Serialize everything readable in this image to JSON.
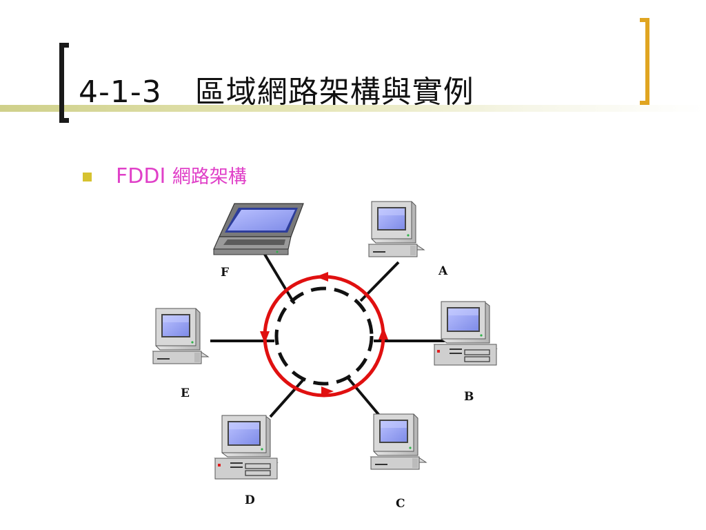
{
  "title": {
    "number": "4-1-3",
    "text": "區域網路架構與實例"
  },
  "bullet": {
    "prefix": "FDDI",
    "text": "網路架構"
  },
  "diagram": {
    "nodes": [
      {
        "id": "F",
        "label": "F",
        "device": "laptop-icon"
      },
      {
        "id": "A",
        "label": "A",
        "device": "desktop-monitor-icon"
      },
      {
        "id": "B",
        "label": "B",
        "device": "desktop-tower-icon"
      },
      {
        "id": "C",
        "label": "C",
        "device": "desktop-monitor-icon"
      },
      {
        "id": "D",
        "label": "D",
        "device": "desktop-tower-icon"
      },
      {
        "id": "E",
        "label": "E",
        "device": "desktop-monitor-icon"
      }
    ],
    "rings": [
      {
        "name": "primary-ring",
        "style": "solid",
        "color": "#e01010"
      },
      {
        "name": "secondary-ring",
        "style": "dashed",
        "color": "#111111"
      }
    ],
    "colors": {
      "screen": "#8f9bf0",
      "case": "#cfcfcf",
      "accent_title": "#e0a521",
      "bullet_text": "#e040c8",
      "bullet_mark": "#d6c230"
    }
  }
}
